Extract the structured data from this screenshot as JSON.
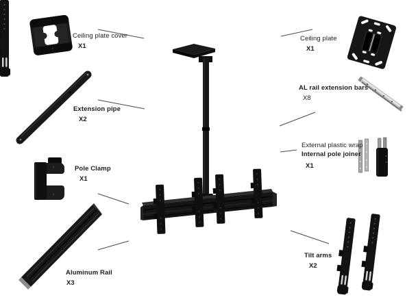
{
  "colors": {
    "background": "#ffffff",
    "part_black": "#161616",
    "metal_gray": "#b5b5b5",
    "leader_line": "#4a4a4a",
    "text": "#1c1c1c"
  },
  "parts": [
    {
      "id": "ceiling-plate-cover",
      "label": "Ceiling plate cover",
      "qty": "X1"
    },
    {
      "id": "extension-pipe",
      "label": "Extension pipe",
      "qty": "X2"
    },
    {
      "id": "pole-clamp",
      "label": "Pole Clamp",
      "qty": "X1"
    },
    {
      "id": "aluminum-rail",
      "label": "Aluminum Rail",
      "qty": "X3"
    },
    {
      "id": "ceiling-plate",
      "label": "Ceiling plate",
      "qty": "X1"
    },
    {
      "id": "al-rail-extension-bars",
      "label": "AL rail extension bars",
      "qty": "X8"
    },
    {
      "id": "pole-joiner",
      "label": "External plastic wrap",
      "label2": "Internal pole joiner",
      "qty": "X1"
    },
    {
      "id": "tilt-arms",
      "label": "Tilt arms",
      "qty": "X2"
    }
  ]
}
